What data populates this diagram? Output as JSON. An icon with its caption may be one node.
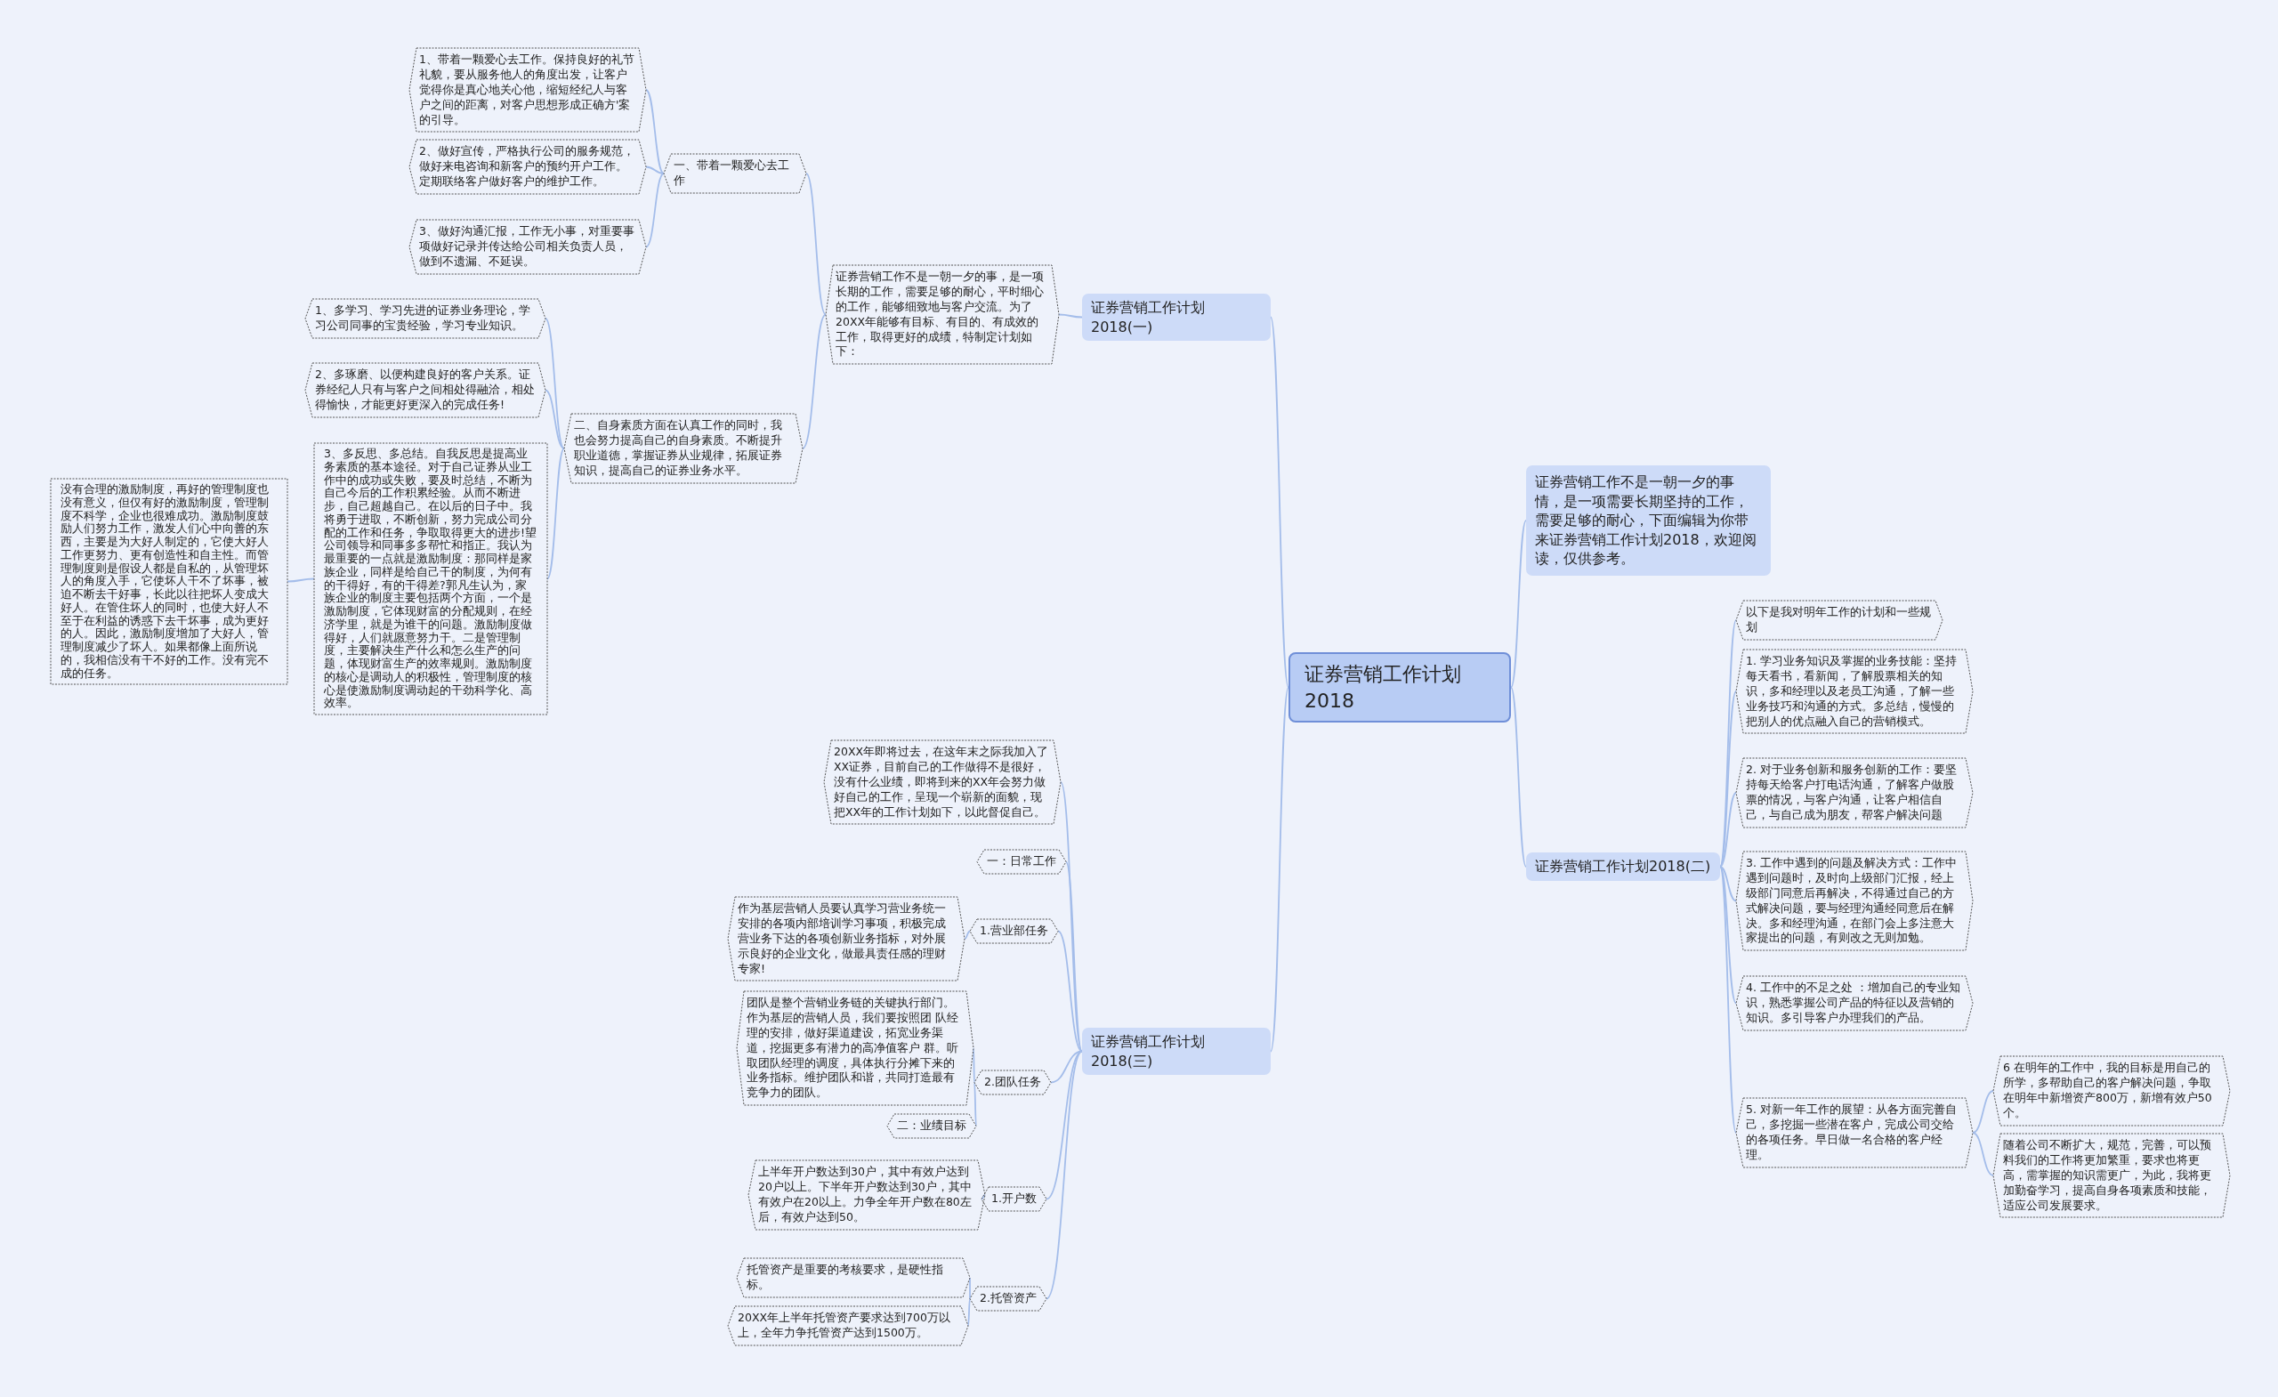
{
  "diagram": {
    "nodes": [
      {
        "text": [
          "证券营销工作计划2018"
        ]
      },
      {
        "text": [
          "证券营销工作不是一朝一夕的事情，是一项需要长期坚持的工作，需要足够的耐心，下面编辑为你带来证券营销工作计划2018，欢迎阅读，仅供参考。"
        ]
      },
      {
        "text": [
          "证券营销工作计划2018(一)"
        ]
      },
      {
        "text": [
          "证券营销工作不是一朝一夕的事，是一项长期的工作，需要足够的耐心，平时细心的工作，能够细致地与客户交流。为了20XX年能够有目标、有目的、有成效的工作，取得更好的成绩，特制定计划如下："
        ]
      },
      {
        "text": [
          "一、带着一颗爱心去工作"
        ]
      },
      {
        "text": [
          "1、带着一颗爱心去工作。保持良好的礼节礼貌，要从服务他人的角度出发，让客户觉得你是真心地关心他，缩短经纪人与客户之间的距离，对客户思想形成正确方'案的引导。"
        ]
      },
      {
        "text": [
          "2、做好宣传，严格执行公司的服务规范，做好来电咨询和新客户的预约开户工作。定期联络客户做好客户的维护工作。"
        ]
      },
      {
        "text": [
          "3、做好沟通汇报，工作无小事，对重要事项做好记录并传达给公司相关负责人员，做到不遗漏、不延误。"
        ]
      },
      {
        "text": [
          "二、自身素质方面在认真工作的同时，我也会努力提高自己的自身素质。不断提升职业道德，掌握证券从业规律，拓展证券知识，提高自己的证券业务水平。"
        ]
      },
      {
        "text": [
          "1、多学习、学习先进的证券业务理论，学习公司同事的宝贵经验，学习专业知识。"
        ]
      },
      {
        "text": [
          "2、多琢磨、以便构建良好的客户关系。证券经纪人只有与客户之间相处得融洽，相处得愉快，才能更好更深入的完成任务!"
        ]
      },
      {
        "text": [
          "3、多反思、多总结。自我反思是提高业务素质的基本途径。对于自己证券从业工作中的成功或失败，要及时总结，不断为自己今后的工作积累经验。从而不断进步，自己超越自己。在以后的日子中。我将勇于进取，不断创新，努力完成公司分配的工作和任务，争取取得更大的进步!望公司领导和同事多多帮忙和指正。我认为最重要的一点就是激励制度：那同样是家族企业，同样是给自己干的制度，为何有的干得好，有的干得差?郭凡生认为，家族企业的制度主要包括两个方面，一个是激励制度，它体现财富的分配规则，在经济学里，就是为谁干的问题。激励制度做得好，人们就愿意努力干。二是管理制度，主要解决生产什么和怎么生产的问题，体现财富生产的效率规则。激励制度的核心是调动人的积极性，管理制度的核心是使激励制度调动起的干劲科学化、高效率。"
        ]
      },
      {
        "text": [
          "没有合理的激励制度，再好的管理制度也没有意义，但仅有好的激励制度，管理制度不科学，企业也很难成功。激励制度鼓励人们努力工作，激发人们心中向善的东西，主要是为大好人制定的，它使大好人工作更努力、更有创造性和自主性。而管理制度则是假设人都是自私的，从管理坏人的角度入手，它使坏人干不了坏事，被迫不断去干好事，长此以往把坏人变成大好人。在管住坏人的同时，也使大好人不至于在利益的诱惑下去干坏事，成为更好的人。因此，激励制度增加了大好人，管理制度减少了坏人。如果都像上面所说的，我相信没有干不好的工作。没有完不成的任务。"
        ]
      },
      {
        "text": [
          "证券营销工作计划2018(二)"
        ]
      },
      {
        "text": [
          "以下是我对明年工作的计划和一些规划"
        ]
      },
      {
        "text": [
          "1. 学习业务知识及掌握的业务技能：坚持每天看书，看新闻，了解股票相关的知识，多和经理以及老员工沟通，了解一些业务技巧和沟通的方式。多总结，慢慢的把别人的优点融入自己的营销模式。"
        ]
      },
      {
        "text": [
          "2. 对于业务创新和服务创新的工作：要坚持每天给客户打电话沟通，了解客户做股票的情况，与客户沟通，让客户相信自己，与自己成为朋友，帮客户解决问题"
        ]
      },
      {
        "text": [
          "3. 工作中遇到的问题及解决方式：工作中遇到问题时，及时向上级部门汇报，经上级部门同意后再解决，不得通过自己的方式解决问题，要与经理沟通经同意后在解决。多和经理沟通，在部门会上多注意大家提出的问题，有则改之无则加勉。"
        ]
      },
      {
        "text": [
          "4. 工作中的不足之处 ：增加自己的专业知识，熟悉掌握公司产品的特征以及营销的知识。多引导客户办理我们的产品。"
        ]
      },
      {
        "text": [
          "5. 对新一年工作的展望：从各方面完善自己，多挖掘一些潜在客户，完成公司交给的各项任务。早日做一名合格的客户经理。"
        ]
      },
      {
        "text": [
          "6 在明年的工作中，我的目标是用自己的所学，多帮助自己的客户解决问题，争取在明年中新增资产800万，新增有效户50个。"
        ]
      },
      {
        "text": [
          "随着公司不断扩大，规范，完善，可以预料我们的工作将更加繁重，要求也将更高，需掌握的知识需更广，为此，我将更加勤奋学习，提高自身各项素质和技能，适应公司发展要求。"
        ]
      },
      {
        "text": [
          "证券营销工作计划2018(三)"
        ]
      },
      {
        "text": [
          "20XX年即将过去，在这年末之际我加入了XX证券，目前自己的工作做得不是很好，没有什么业绩，即将到来的XX年会努力做好自己的工作，呈现一个崭新的面貌，现把XX年的工作计划如下，以此督促自己。"
        ]
      },
      {
        "text": [
          "一：日常工作"
        ]
      },
      {
        "text": [
          "1.营业部任务"
        ]
      },
      {
        "text": [
          "作为基层营销人员要认真学习营业务统一安排的各项内部培训学习事项，积极完成营业务下达的各项创新业务指标，对外展示良好的企业文化，做最具责任感的理财专家!"
        ]
      },
      {
        "text": [
          "2.团队任务"
        ]
      },
      {
        "text": [
          "团队是整个营销业务链的关键执行部门。作为基层的营销人员，我们要按照团 队经理的安排，做好渠道建设，拓宽业务渠道，挖掘更多有潜力的高净值客户 群。听取团队经理的调度，具体执行分摊下来的业务指标。维护团队和谐，共同打造最有竞争力的团队。"
        ]
      },
      {
        "text": [
          "二：业绩目标"
        ]
      },
      {
        "text": [
          "1.开户数"
        ]
      },
      {
        "text": [
          "上半年开户数达到30户，其中有效户达到20户以上。下半年开户数达到30户，其中有效户在20以上。力争全年开户数在80左后，有效户达到50。"
        ]
      },
      {
        "text": [
          "2.托管资产"
        ]
      },
      {
        "text": [
          "托管资产是重要的考核要求，是硬性指标。"
        ]
      },
      {
        "text": [
          "20XX年上半年托管资产要求达到700万以上，全年力争托管资产达到1500万。"
        ]
      }
    ],
    "edges": [
      {
        "from": 0,
        "to": 1,
        "arrow": "none"
      },
      {
        "from": 0,
        "to": 2,
        "arrow": "none"
      },
      {
        "from": 0,
        "to": 13,
        "arrow": "none"
      },
      {
        "from": 0,
        "to": 22,
        "arrow": "none"
      },
      {
        "from": 2,
        "to": 3,
        "arrow": "none"
      },
      {
        "from": 3,
        "to": 4,
        "arrow": "none"
      },
      {
        "from": 3,
        "to": 8,
        "arrow": "none"
      },
      {
        "from": 4,
        "to": 5,
        "arrow": "none"
      },
      {
        "from": 4,
        "to": 6,
        "arrow": "none"
      },
      {
        "from": 4,
        "to": 7,
        "arrow": "none"
      },
      {
        "from": 8,
        "to": 9,
        "arrow": "none"
      },
      {
        "from": 8,
        "to": 10,
        "arrow": "none"
      },
      {
        "from": 8,
        "to": 11,
        "arrow": "none"
      },
      {
        "from": 11,
        "to": 12,
        "arrow": "none"
      },
      {
        "from": 13,
        "to": 14,
        "arrow": "none"
      },
      {
        "from": 13,
        "to": 15,
        "arrow": "none"
      },
      {
        "from": 13,
        "to": 16,
        "arrow": "none"
      },
      {
        "from": 13,
        "to": 17,
        "arrow": "none"
      },
      {
        "from": 13,
        "to": 18,
        "arrow": "none"
      },
      {
        "from": 13,
        "to": 19,
        "arrow": "none"
      },
      {
        "from": 19,
        "to": 20,
        "arrow": "none"
      },
      {
        "from": 19,
        "to": 21,
        "arrow": "none"
      },
      {
        "from": 22,
        "to": 23,
        "arrow": "none"
      },
      {
        "from": 22,
        "to": 24,
        "arrow": "none"
      },
      {
        "from": 22,
        "to": 25,
        "arrow": "none"
      },
      {
        "from": 22,
        "to": 27,
        "arrow": "none"
      },
      {
        "from": 22,
        "to": 30,
        "arrow": "none"
      },
      {
        "from": 22,
        "to": 32,
        "arrow": "none"
      },
      {
        "from": 25,
        "to": 26,
        "arrow": "none"
      },
      {
        "from": 27,
        "to": 28,
        "arrow": "none"
      },
      {
        "from": 27,
        "to": 29,
        "arrow": "none"
      },
      {
        "from": 30,
        "to": 31,
        "arrow": "none"
      },
      {
        "from": 32,
        "to": 33,
        "arrow": "none"
      },
      {
        "from": 32,
        "to": 34,
        "arrow": "none"
      }
    ]
  }
}
